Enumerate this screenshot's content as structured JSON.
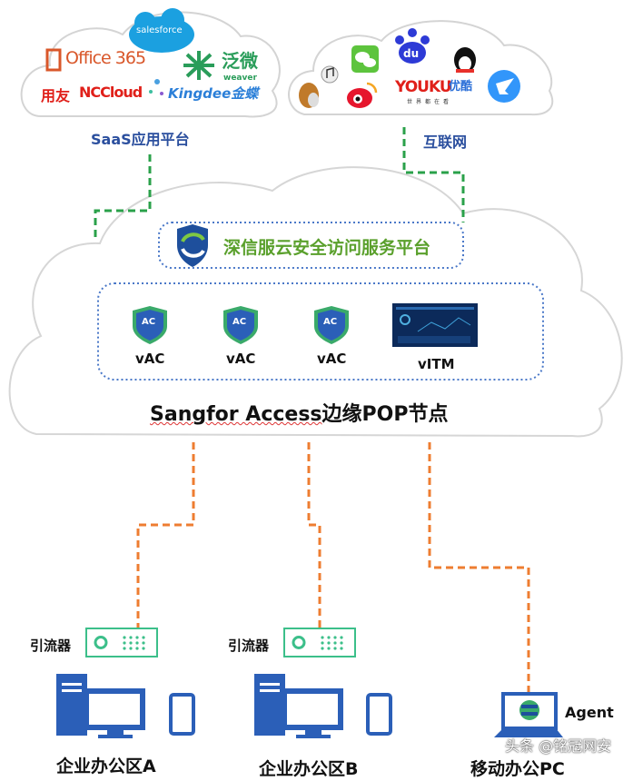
{
  "saas_cloud": {
    "label": "SaaS应用平台",
    "logos": {
      "office365": "Office 365",
      "salesforce": "salesforce",
      "weaver_cn": "泛微",
      "weaver_en": "weaver",
      "yonyou": "用友",
      "nccloud": "NCCloud",
      "kingdee": "Kingdee金蝶"
    }
  },
  "internet_cloud": {
    "label": "互联网",
    "logos": {
      "baidu": "du",
      "youku": "YOUKU",
      "youku_cn": "优酷",
      "youku_slogan": "世界都在看"
    },
    "icons": [
      "music-icon",
      "wechat-icon",
      "baidu-icon",
      "qq-icon",
      "weibo-icon",
      "youku-icon",
      "dingtalk-icon",
      "squirrel-icon"
    ]
  },
  "platform": {
    "title": "深信服云安全访问服务平台"
  },
  "pop": {
    "title_en": "Sangfor Access",
    "title_cn": "边缘POP节点",
    "nodes": [
      {
        "label": "vAC",
        "badge": "AC"
      },
      {
        "label": "vAC",
        "badge": "AC"
      },
      {
        "label": "vAC",
        "badge": "AC"
      },
      {
        "label": "vITM"
      }
    ]
  },
  "sites": [
    {
      "label": "企业办公区A",
      "router_label": "引流器"
    },
    {
      "label": "企业办公区B",
      "router_label": "引流器"
    },
    {
      "label": "移动办公PC",
      "agent_label": "Agent"
    }
  ],
  "watermark": "头条 @铭冠网安",
  "colors": {
    "green_dash": "#2aa14a",
    "orange_dash": "#ee7d31",
    "blue": "#2b5fb8",
    "platform_green": "#5aa02c",
    "router_green": "#3cbf8a"
  }
}
